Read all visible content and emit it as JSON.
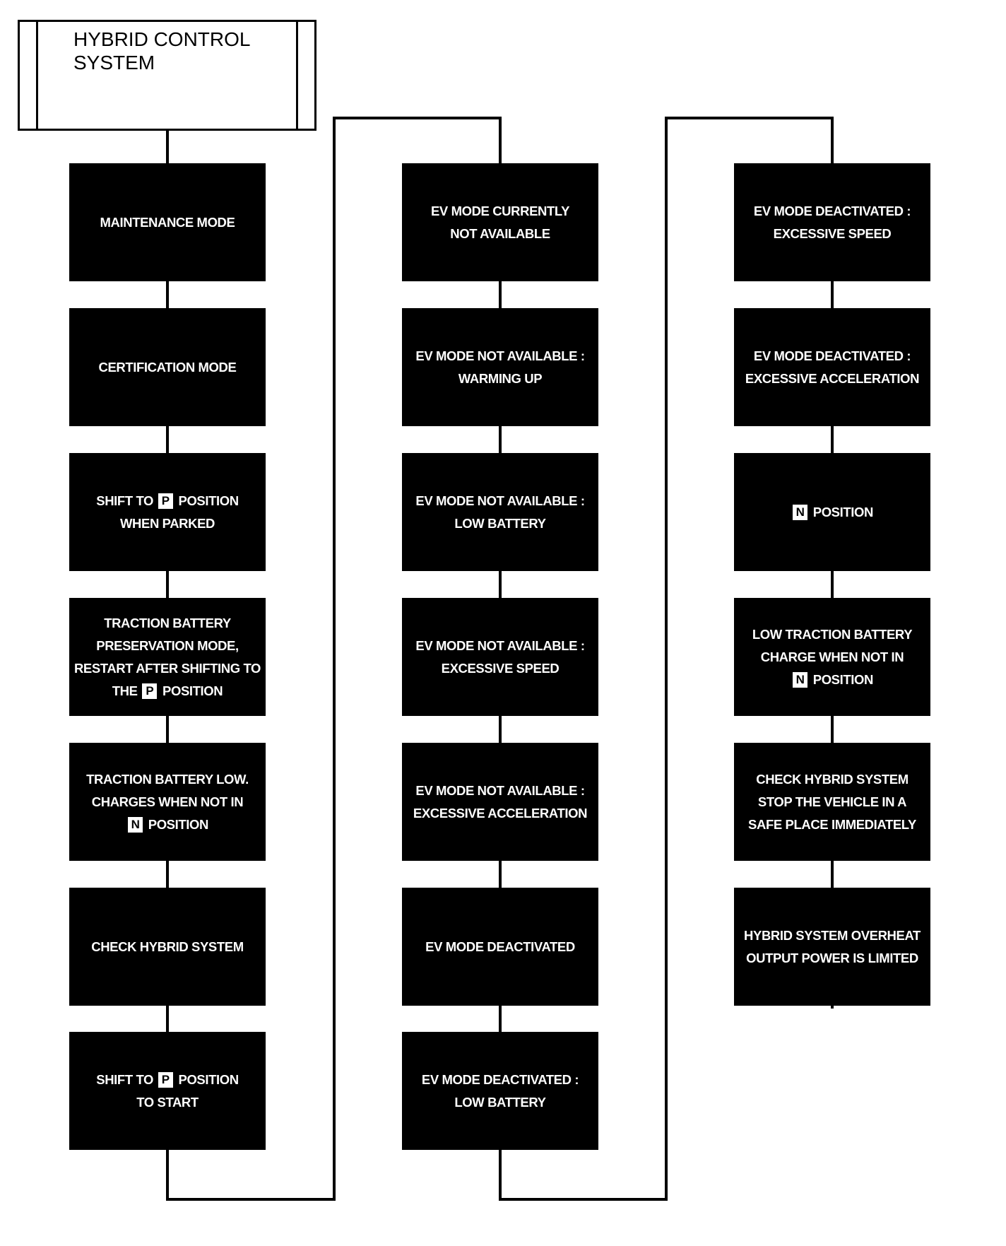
{
  "title": {
    "text": "HYBRID CONTROL\nSYSTEM"
  },
  "columns": [
    {
      "nodes": [
        {
          "id": "maintenance-mode",
          "lines": [
            [
              "MAINTENANCE MODE"
            ]
          ]
        },
        {
          "id": "certification-mode",
          "lines": [
            [
              "CERTIFICATION MODE"
            ]
          ]
        },
        {
          "id": "shift-to-p-when-parked",
          "lines": [
            [
              "SHIFT TO ",
              {
                "badge": "P"
              },
              " POSITION"
            ],
            [
              "WHEN PARKED"
            ]
          ]
        },
        {
          "id": "traction-battery-preservation",
          "lines": [
            [
              "TRACTION BATTERY"
            ],
            [
              "PRESERVATION MODE,"
            ],
            [
              "RESTART AFTER SHIFTING TO"
            ],
            [
              "THE ",
              {
                "badge": "P"
              },
              " POSITION"
            ]
          ]
        },
        {
          "id": "traction-battery-low",
          "lines": [
            [
              "TRACTION BATTERY LOW."
            ],
            [
              "CHARGES WHEN NOT IN"
            ],
            [
              {
                "badge": "N"
              },
              " POSITION"
            ]
          ]
        },
        {
          "id": "check-hybrid-system",
          "lines": [
            [
              "CHECK HYBRID SYSTEM"
            ]
          ]
        },
        {
          "id": "shift-to-p-to-start",
          "lines": [
            [
              "SHIFT TO ",
              {
                "badge": "P"
              },
              " POSITION"
            ],
            [
              "TO START"
            ]
          ]
        }
      ]
    },
    {
      "nodes": [
        {
          "id": "ev-mode-currently-not-available",
          "lines": [
            [
              "EV MODE CURRENTLY"
            ],
            [
              "NOT AVAILABLE"
            ]
          ]
        },
        {
          "id": "ev-mode-not-available-warming-up",
          "lines": [
            [
              "EV MODE NOT AVAILABLE :"
            ],
            [
              "WARMING UP"
            ]
          ]
        },
        {
          "id": "ev-mode-not-available-low-battery",
          "lines": [
            [
              "EV MODE NOT AVAILABLE :"
            ],
            [
              "LOW BATTERY"
            ]
          ]
        },
        {
          "id": "ev-mode-not-available-excessive-speed",
          "lines": [
            [
              "EV MODE NOT AVAILABLE :"
            ],
            [
              "EXCESSIVE SPEED"
            ]
          ]
        },
        {
          "id": "ev-mode-not-available-excessive-acceleration",
          "lines": [
            [
              "EV MODE NOT AVAILABLE :"
            ],
            [
              "EXCESSIVE ACCELERATION"
            ]
          ]
        },
        {
          "id": "ev-mode-deactivated",
          "lines": [
            [
              "EV MODE DEACTIVATED"
            ]
          ]
        },
        {
          "id": "ev-mode-deactivated-low-battery",
          "lines": [
            [
              "EV MODE DEACTIVATED :"
            ],
            [
              "LOW BATTERY"
            ]
          ]
        }
      ]
    },
    {
      "nodes": [
        {
          "id": "ev-mode-deactivated-excessive-speed",
          "lines": [
            [
              "EV MODE DEACTIVATED :"
            ],
            [
              "EXCESSIVE SPEED"
            ]
          ]
        },
        {
          "id": "ev-mode-deactivated-excessive-acceleration",
          "lines": [
            [
              "EV MODE DEACTIVATED :"
            ],
            [
              "EXCESSIVE ACCELERATION"
            ]
          ]
        },
        {
          "id": "n-position",
          "lines": [
            [
              {
                "badge": "N"
              },
              " POSITION"
            ]
          ]
        },
        {
          "id": "low-traction-battery-charge",
          "lines": [
            [
              "LOW TRACTION BATTERY"
            ],
            [
              "CHARGE WHEN NOT IN"
            ],
            [
              {
                "badge": "N"
              },
              " POSITION"
            ]
          ]
        },
        {
          "id": "check-hybrid-system-stop-vehicle",
          "lines": [
            [
              "CHECK HYBRID SYSTEM"
            ],
            [
              "STOP THE VEHICLE IN A"
            ],
            [
              "SAFE PLACE IMMEDIATELY"
            ]
          ]
        },
        {
          "id": "hybrid-system-overheat",
          "lines": [
            [
              "HYBRID SYSTEM OVERHEAT"
            ],
            [
              "OUTPUT POWER IS LIMITED"
            ]
          ]
        }
      ]
    }
  ]
}
